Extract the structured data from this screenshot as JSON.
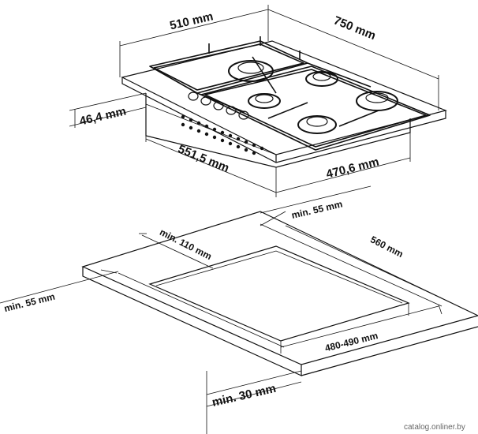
{
  "hob_dimensions": {
    "width": "510 mm",
    "depth": "750 mm",
    "height": "46,4 mm",
    "cutout_side_depth": "551,5 mm",
    "cutout_front_width": "470,6 mm"
  },
  "cutout_dimensions": {
    "min_back_clearance": "min. 55 mm",
    "min_side_clearance_right": "min. 110 mm",
    "min_front_clearance": "min. 55 mm",
    "cutout_length": "560 mm",
    "cutout_width": "480-490 mm",
    "min_countertop_thickness": "min. 30 mm"
  },
  "watermark": "catalog.onliner.by",
  "colors": {
    "line": "#111111",
    "background": "#ffffff",
    "watermark": "#666666"
  }
}
